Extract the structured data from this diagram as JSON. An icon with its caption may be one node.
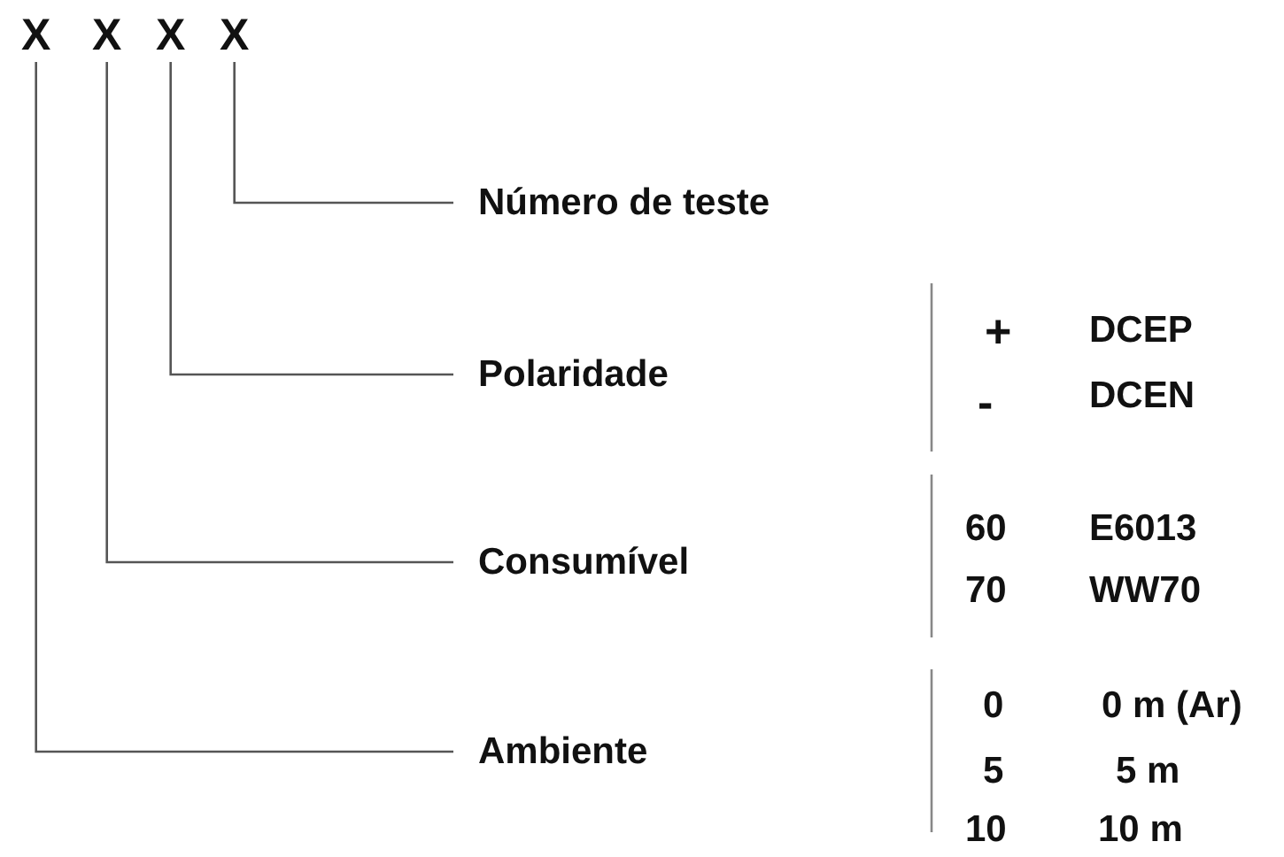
{
  "diagram": {
    "nodes": [
      {
        "text": [
          "X"
        ]
      },
      {
        "text": [
          "X"
        ]
      },
      {
        "text": [
          "X"
        ]
      },
      {
        "text": [
          "X"
        ]
      },
      {
        "text": [
          "Número de teste"
        ]
      },
      {
        "text": [
          "Polaridade"
        ]
      },
      {
        "text": [
          "Consumível"
        ]
      },
      {
        "text": [
          "Ambiente"
        ]
      }
    ],
    "edges": [
      {
        "from": 3,
        "to": 4,
        "arrow": "none"
      },
      {
        "from": 2,
        "to": 5,
        "arrow": "none"
      },
      {
        "from": 1,
        "to": 6,
        "arrow": "none"
      },
      {
        "from": 0,
        "to": 7,
        "arrow": "none"
      }
    ],
    "labels": [
      "+",
      "DCEP",
      "-",
      "DCEN",
      "60",
      "E6013",
      "70",
      "WW70",
      "0",
      "0 m (Ar)",
      "5",
      "5 m",
      "10",
      "10 m"
    ]
  }
}
